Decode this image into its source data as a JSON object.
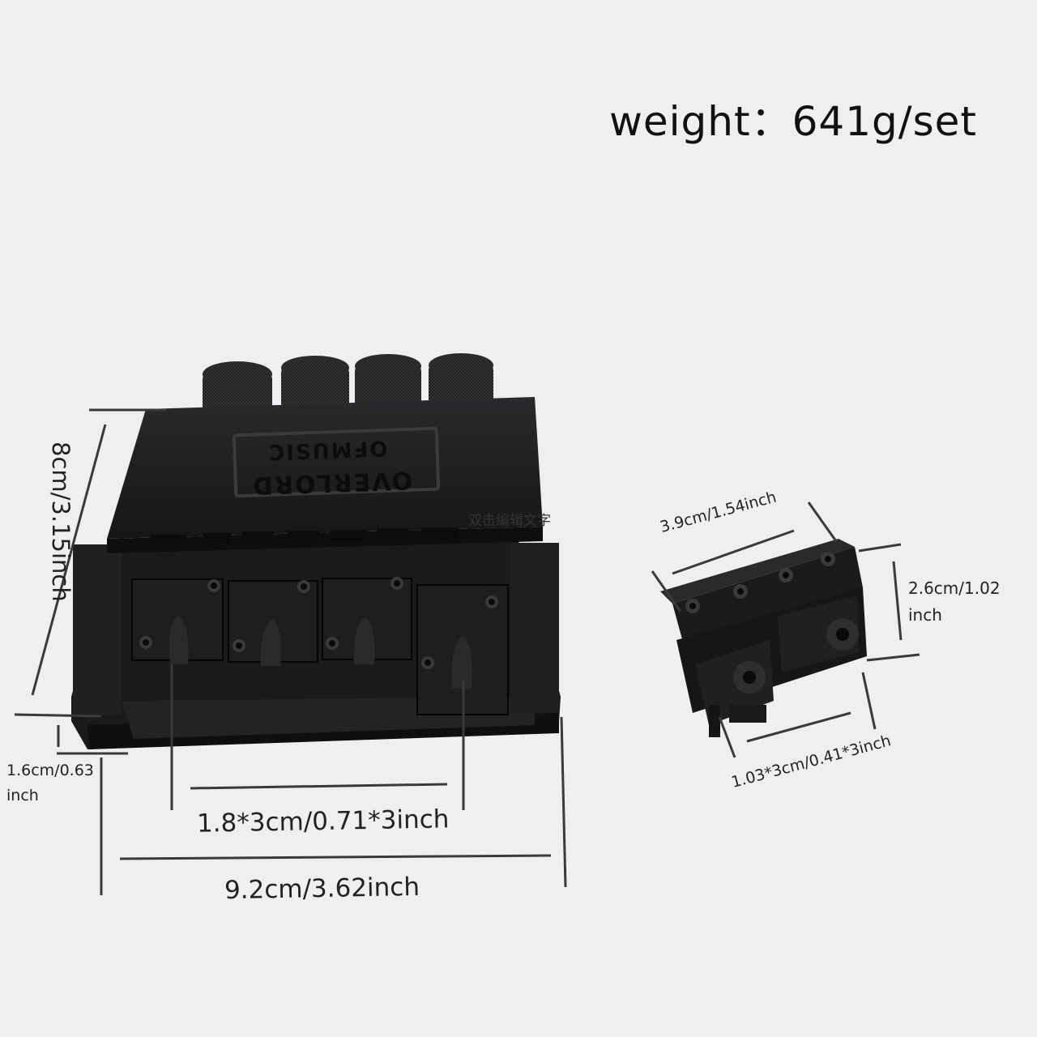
{
  "weight": "weight：641g/set",
  "dims": {
    "height": "8cm/3.15inch",
    "thickness_a": "1.6cm/0.63",
    "thickness_b": "inch",
    "saddle_spacing": "1.8*3cm/0.71*3inch",
    "width": "9.2cm/3.62inch",
    "side_width": "3.9cm/1.54inch",
    "side_height_a": "2.6cm/1.02",
    "side_height_b": "inch",
    "side_block": "1.03*3cm/0.41*3inch"
  },
  "brand_plate": {
    "line1": "OVERLORD",
    "line2": "OFMUSIC"
  },
  "watermark": "双击编辑文字",
  "colors": {
    "background": "#eeeff0",
    "metal": "#1c1c1e",
    "dim_line": "#3a3a3a"
  }
}
